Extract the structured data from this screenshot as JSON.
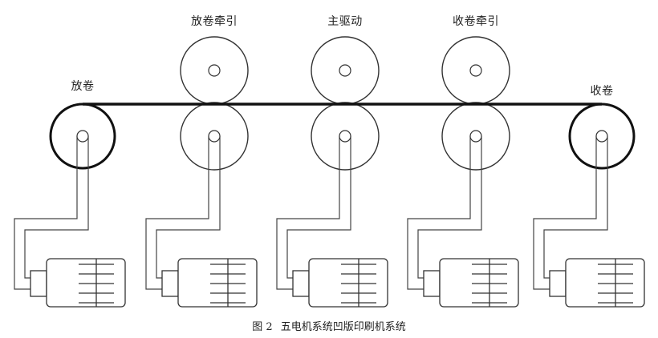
{
  "labels": {
    "unwind": "放卷",
    "unwind_pull": "放卷牵引",
    "main_drive": "主驱动",
    "rewind_pull": "收卷牵引",
    "rewind": "收卷"
  },
  "caption": {
    "number": "图 2",
    "text": "五电机系统凹版印刷机系统"
  }
}
